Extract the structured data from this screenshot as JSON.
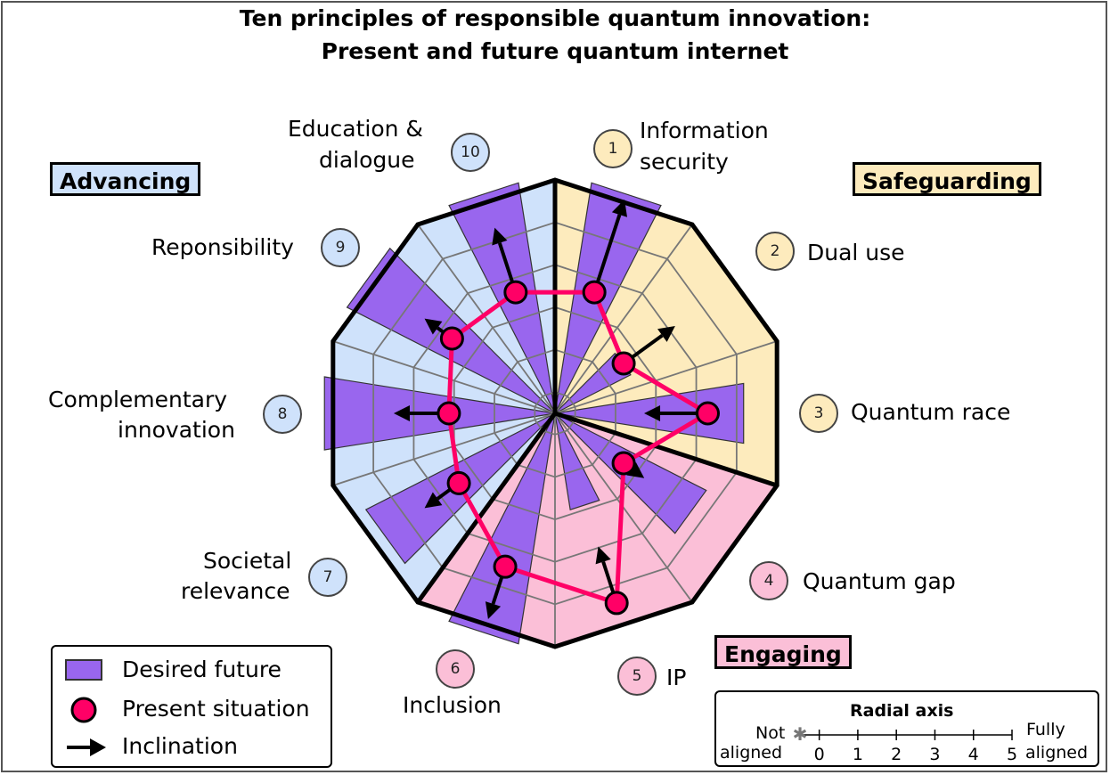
{
  "title": {
    "line1": "Ten principles of responsible quantum innovation:",
    "line2": "Present and future quantum internet"
  },
  "groups": [
    {
      "id": "advancing",
      "label": "Advancing",
      "color": "#cfe2fb"
    },
    {
      "id": "safeguarding",
      "label": "Safeguarding",
      "color": "#fdebbd"
    },
    {
      "id": "engaging",
      "label": "Engaging",
      "color": "#fbbfd7"
    }
  ],
  "principles": [
    {
      "num": "1",
      "label1": "Information",
      "label2": "security",
      "group": "safeguarding",
      "badge_color": "#fdebbd"
    },
    {
      "num": "2",
      "label1": "Dual use",
      "label2": "",
      "group": "safeguarding",
      "badge_color": "#fdebbd"
    },
    {
      "num": "3",
      "label1": "Quantum race",
      "label2": "",
      "group": "safeguarding",
      "badge_color": "#fdebbd"
    },
    {
      "num": "4",
      "label1": "Quantum gap",
      "label2": "",
      "group": "engaging",
      "badge_color": "#fbbfd7"
    },
    {
      "num": "5",
      "label1": "IP",
      "label2": "",
      "group": "engaging",
      "badge_color": "#fbbfd7"
    },
    {
      "num": "6",
      "label1": "Inclusion",
      "label2": "",
      "group": "engaging",
      "badge_color": "#fbbfd7"
    },
    {
      "num": "7",
      "label1": "Societal",
      "label2": "relevance",
      "group": "advancing",
      "badge_color": "#cfe2fb"
    },
    {
      "num": "8",
      "label1": "Complementary",
      "label2": "innovation",
      "group": "advancing",
      "badge_color": "#cfe2fb"
    },
    {
      "num": "9",
      "label1": "Reponsibility",
      "label2": "",
      "group": "advancing",
      "badge_color": "#cfe2fb"
    },
    {
      "num": "10",
      "label1": "Education &",
      "label2": "dialogue",
      "group": "advancing",
      "badge_color": "#cfe2fb"
    }
  ],
  "legend": {
    "desired": "Desired future",
    "present": "Present situation",
    "inclination": "Inclination"
  },
  "radial_axis": {
    "title": "Radial axis",
    "left_line1": "Not",
    "left_line2": "aligned",
    "right_line1": "Fully",
    "right_line2": "aligned",
    "ticks": [
      "0",
      "1",
      "2",
      "3",
      "4",
      "5"
    ]
  },
  "colors": {
    "desired": "#9966ee",
    "present": "#ff0066",
    "inclination": "#000000",
    "grid": "#777777"
  },
  "chart_data": {
    "type": "radar",
    "title": "Ten principles of responsible quantum innovation: Present and future quantum internet",
    "axes": [
      "Information security",
      "Dual use",
      "Quantum race",
      "Quantum gap",
      "IP",
      "Inclusion",
      "Societal relevance",
      "Complementary innovation",
      "Reponsibility",
      "Education & dialogue"
    ],
    "rmin": -0.5,
    "rmax": 5,
    "series": [
      {
        "name": "Desired future",
        "values": [
          5,
          1.5,
          4,
          3.5,
          1.8,
          5,
          4.5,
          5,
          5,
          5
        ]
      },
      {
        "name": "Present situation",
        "values": [
          2.5,
          1.5,
          3.1,
          1.5,
          4.2,
          3.3,
          2.3,
          2,
          2.5,
          2.5
        ]
      },
      {
        "name": "Inclination",
        "values": [
          4.8,
          3,
          1.6,
          2.1,
          2.8,
          4.6,
          3.3,
          3.3,
          3.3,
          4.1
        ]
      }
    ]
  }
}
